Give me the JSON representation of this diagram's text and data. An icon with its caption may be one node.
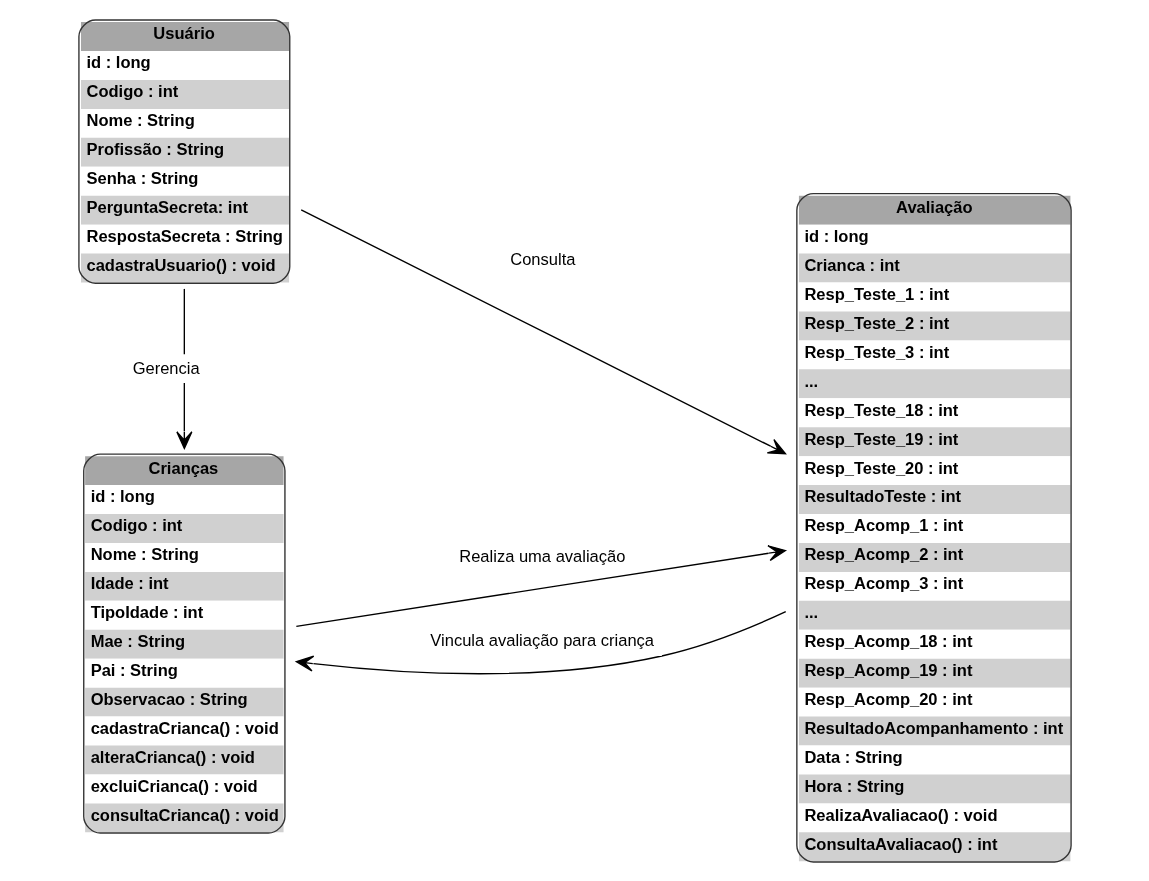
{
  "diagram": {
    "nodes": [
      {
        "text": [
          "Usuário",
          "id : long",
          "Codigo : int",
          "Nome : String",
          "Profissão : String",
          "Senha : String",
          "PerguntaSecreta: int",
          "RespostaSecreta : String",
          "cadastraUsuario() : void"
        ]
      },
      {
        "text": [
          "Avaliação",
          "id : long",
          "Crianca : int",
          "Resp_Teste_1 : int",
          "Resp_Teste_2 : int",
          "Resp_Teste_3 : int",
          "...",
          "Resp_Teste_18 : int",
          "Resp_Teste_19 : int",
          "Resp_Teste_20 : int",
          "ResultadoTeste : int",
          "Resp_Acomp_1 : int",
          "Resp_Acomp_2 : int",
          "Resp_Acomp_3 : int",
          "...",
          "Resp_Acomp_18 : int",
          "Resp_Acomp_19 : int",
          "Resp_Acomp_20 : int",
          "ResultadoAcompanhamento : int",
          "Data : String",
          "Hora : String",
          "RealizaAvaliacao() : void",
          "ConsultaAvaliacao() : int"
        ]
      },
      {
        "text": [
          "Crianças",
          "id : long",
          "Codigo : int",
          "Nome : String",
          "Idade : int",
          "TipoIdade : int",
          "Mae : String",
          "Pai : String",
          "Observacao : String",
          "cadastraCrianca() : void",
          "alteraCrianca() : void",
          "excluiCrianca() : void",
          "consultaCrianca() : void"
        ]
      }
    ],
    "edges": [
      {
        "from": 0,
        "to": 1,
        "arrow": "to",
        "label": "Consulta"
      },
      {
        "from": 0,
        "to": 2,
        "arrow": "to",
        "label": "Gerencia"
      },
      {
        "from": 1,
        "to": 2,
        "arrow": "to",
        "label": "Vincula avaliação para criança"
      },
      {
        "from": 2,
        "to": 1,
        "arrow": "to",
        "label": "Realiza uma avaliação"
      }
    ]
  }
}
